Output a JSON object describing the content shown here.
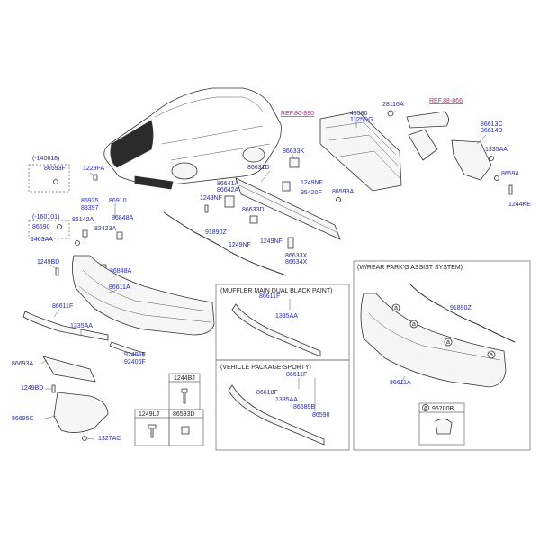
{
  "labels": {
    "l_140618": "(-140618)",
    "l_86593F": "86593F",
    "l_1229FA": "1229FA",
    "l_86925": "86925",
    "l_83397": "83397",
    "l_86910": "86910",
    "l_160101": "(-160101)",
    "l_86590a": "86590",
    "l_86142A": "86142A",
    "l_86848Aa": "86848A",
    "l_1463AA": "1463AA",
    "l_82423A": "82423A",
    "l_1249BDa": "1249BD",
    "l_86848Ab": "86848A",
    "l_86611Aa": "86611A",
    "l_86611Fa": "86611F",
    "l_1335AAa": "1335AA",
    "l_86693A": "86693A",
    "l_92405F": "92405F",
    "l_92406F": "92406F",
    "l_1249BDb": "1249BD",
    "l_86695C": "86695C",
    "l_1327AC": "1327AC",
    "l_1244BJ": "1244BJ",
    "l_1249LJ": "1249LJ",
    "l_86593D": "86593D",
    "l_86633K": "86633K",
    "l_86631D": "86631D",
    "l_86641A": "86641A",
    "l_86642A": "86642A",
    "l_1249NFa": "1249NF",
    "l_1249NFb": "1249NF",
    "l_95420F": "95420F",
    "l_86593A": "86593A",
    "l_86633D": "86633D",
    "l_91890Za": "91890Z",
    "l_1249NFc": "1249NF",
    "l_1249NFd": "1249NF",
    "l_86633X": "86633X",
    "l_86634X": "86634X",
    "l_ref80890": "REF.80-890",
    "l_49580": "49580",
    "l_1125DG": "1125DG",
    "l_28116A": "28116A",
    "l_ref88866": "REF.88-866",
    "l_86613C": "86613C",
    "l_86614D": "86614D",
    "l_1335AAb": "1335AA",
    "l_86594": "86594",
    "l_1244KE": "1244KE",
    "l_muffler": "(MUFFLER MAIN DUAL BLACK PAINT)",
    "l_86611Fb": "86611F",
    "l_1335AAc": "1335AA",
    "l_vehicle": "(VEHICLE PACKAGE-SPORTY)",
    "l_86611Fc": "86611F",
    "l_86618F": "86618F",
    "l_1335AAd": "1335AA",
    "l_86689B": "86689B",
    "l_86590b": "86590",
    "l_wrear": "(W/REAR PARK'G ASSIST SYSTEM)",
    "l_91890Zb": "91890Z",
    "l_86611Ab": "86611A",
    "l_95700B": "95700B",
    "l_a": "a"
  },
  "colors": {
    "label": "#2a2ab0",
    "ref": "#c0208a",
    "line": "#333333"
  }
}
